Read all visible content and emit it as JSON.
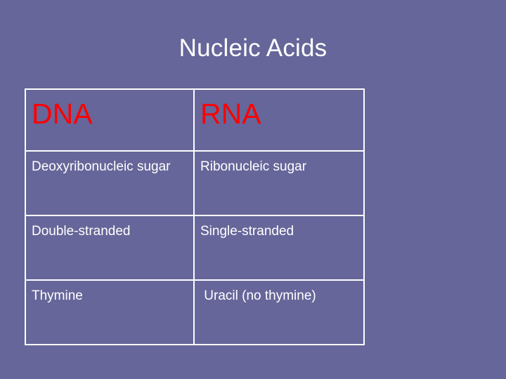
{
  "slide": {
    "title": "Nucleic Acids",
    "background_color": "#66669a",
    "title_color": "#ffffff",
    "header_text_color": "#ff0000",
    "body_text_color": "#ffffff",
    "border_color": "#ffffff"
  },
  "table": {
    "headers": [
      {
        "label": "DNA"
      },
      {
        "label": "RNA"
      }
    ],
    "rows": [
      {
        "dna": "Deoxyribonucleic sugar",
        "rna": "Ribonucleic sugar"
      },
      {
        "dna": "Double-stranded",
        "rna": "Single-stranded"
      },
      {
        "dna": "Thymine",
        "rna": " Uracil (no thymine)"
      }
    ]
  }
}
